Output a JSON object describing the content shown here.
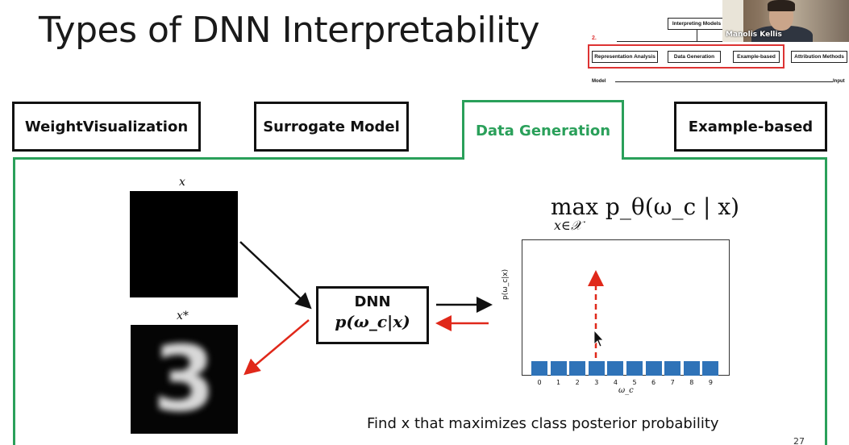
{
  "slide": {
    "title": "Types of DNN Interpretability",
    "page_number": "27",
    "caption": "Find x that maximizes class posterior probability"
  },
  "minimap": {
    "root": "Interpreting Models",
    "marker": "2.",
    "boxes": [
      "Representation Analysis",
      "Data Generation",
      "Example-based",
      "Attribution Methods"
    ],
    "axis_left": "Model",
    "axis_right": "Input"
  },
  "video": {
    "speaker_name": "Manolis Kellis"
  },
  "tabs": [
    {
      "label": "WeightVisualization",
      "active": false
    },
    {
      "label": "Surrogate Model",
      "active": false
    },
    {
      "label": "Data Generation",
      "active": true
    },
    {
      "label": "Example-based",
      "active": false
    }
  ],
  "diagram": {
    "input_label": "x",
    "output_label": "x*",
    "output_digit": "3",
    "dnn_title": "DNN",
    "dnn_formula": "p(ω_c|x)",
    "objective": "max p_θ(ω_c | x)",
    "objective_sub": "x∈𝒳"
  },
  "chart_data": {
    "type": "bar",
    "categories": [
      "0",
      "1",
      "2",
      "3",
      "4",
      "5",
      "6",
      "7",
      "8",
      "9"
    ],
    "values": [
      0.05,
      0.05,
      0.05,
      0.05,
      0.05,
      0.05,
      0.05,
      0.05,
      0.05,
      0.05
    ],
    "xlabel": "ω_c",
    "ylabel": "p(ω_c|x)",
    "highlight_category": "3",
    "highlight_color": "#e0281a",
    "bar_color": "#2f73b8"
  },
  "colors": {
    "active_tab": "#2aa05a",
    "arrow_red": "#e0281a",
    "minimap_red": "#d33333"
  }
}
